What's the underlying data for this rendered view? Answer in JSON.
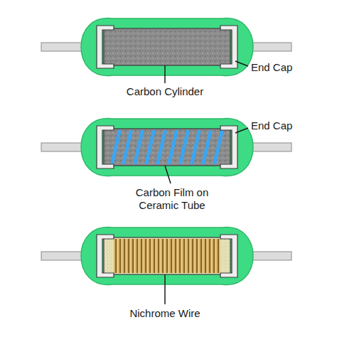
{
  "diagram": {
    "labels": [
      "End Cap",
      "Carbon Cylinder",
      "End Cap",
      "Carbon Film on Ceramic Tube",
      "Nichrome Wire"
    ]
  }
}
